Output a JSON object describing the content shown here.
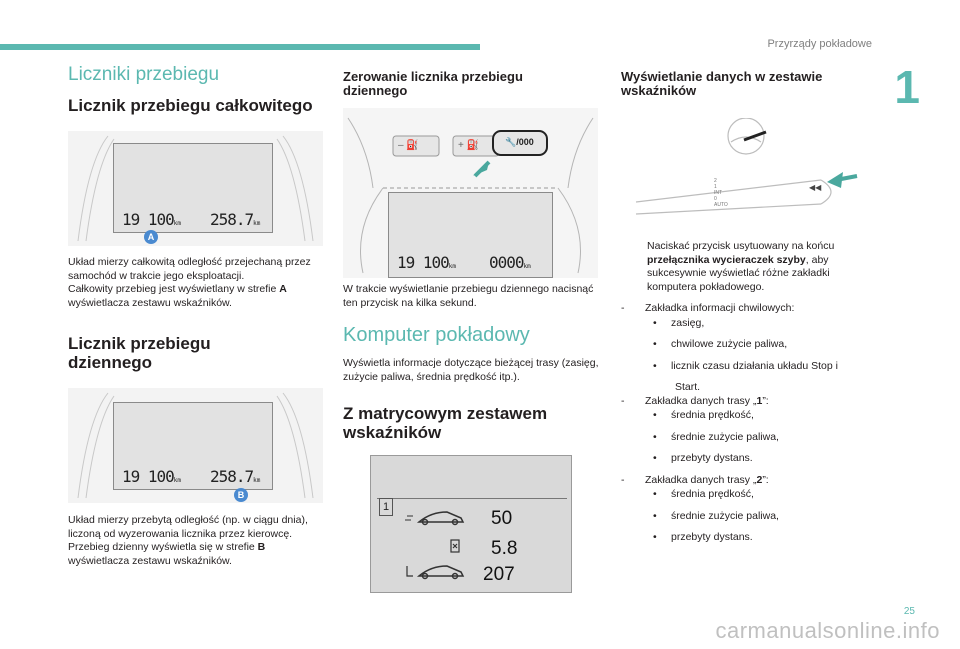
{
  "header": {
    "section_title": "Przyrządy pokładowe",
    "chapter_number": "1",
    "page_number": "25"
  },
  "watermark": "carmanualsonline.info",
  "col1": {
    "title": "Liczniki przebiegu",
    "total_heading": "Licznik przebiegu całkowitego",
    "display_a": {
      "left": "19 100",
      "left_unit": "km",
      "right": "258.7",
      "right_unit": "km",
      "badge": "A"
    },
    "total_p1": "Układ mierzy całkowitą odległość przejechaną przez samochód w trakcie jego eksploatacji.",
    "total_p2_pre": "Całkowity przebieg jest wyświetlany w strefie ",
    "total_p2_bold": "A",
    "total_p2_post": " wyświetlacza zestawu wskaźników.",
    "daily_heading_l1": "Licznik przebiegu",
    "daily_heading_l2": "dziennego",
    "display_b": {
      "left": "19 100",
      "left_unit": "km",
      "right": "258.7",
      "right_unit": "km",
      "badge": "B"
    },
    "daily_p1": "Układ mierzy przebytą odległość (np. w ciągu dnia), liczoną od wyzerowania licznika przez kierowcę.",
    "daily_p2_pre": "Przebieg dzienny wyświetla się w strefie ",
    "daily_p2_bold": "B",
    "daily_p2_post": " wyświetlacza zestawu wskaźników."
  },
  "col2": {
    "reset_heading_l1": "Zerowanie licznika przebiegu",
    "reset_heading_l2": "dziennego",
    "button_label": "/000",
    "display": {
      "left": "19 100",
      "left_unit": "km",
      "right": "0000",
      "right_unit": "km"
    },
    "reset_p": "W trakcie wyświetlanie przebiegu dziennego nacisnąć ten przycisk na kilka sekund.",
    "computer_title": "Komputer pokładowy",
    "computer_p": "Wyświetla informacje dotyczące bieżącej trasy (zasięg, zużycie paliwa, średnia prędkość itp.).",
    "matrix_heading_l1": "Z matrycowym zestawem",
    "matrix_heading_l2": "wskaźników",
    "matrix": {
      "tab": "1",
      "v1": "50",
      "v2": "5.8",
      "v3": "207"
    }
  },
  "col3": {
    "heading_l1": "Wyświetlanie danych w zestawie",
    "heading_l2": "wskaźników",
    "stalk_labels": [
      "2",
      "1",
      "INT",
      "0",
      "AUTO"
    ],
    "press_pre": "Naciskać przycisk usytuowany na końcu ",
    "press_bold": "przełącznika wycieraczek szyby",
    "press_post": ", aby sukcesywnie wyświetlać różne zakładki komputera pokładowego.",
    "temp_tab": "Zakładka informacji chwilowych:",
    "temp_items": [
      "zasięg,",
      "chwilowe zużycie paliwa,",
      "licznik czasu działania układu Stop i",
      "Start."
    ],
    "trip1_pre": "Zakładka danych trasy „",
    "trip1_num": "1",
    "trip1_post": "”:",
    "trip1_items": [
      "średnia prędkość,",
      "średnie zużycie paliwa,",
      "przebyty dystans."
    ],
    "trip2_pre": "Zakładka danych trasy „",
    "trip2_num": "2",
    "trip2_post": "”:",
    "trip2_items": [
      "średnia prędkość,",
      "średnie zużycie paliwa,",
      "przebyty dystans."
    ]
  },
  "markers": {
    "arrow": "",
    "dash": "-"
  }
}
